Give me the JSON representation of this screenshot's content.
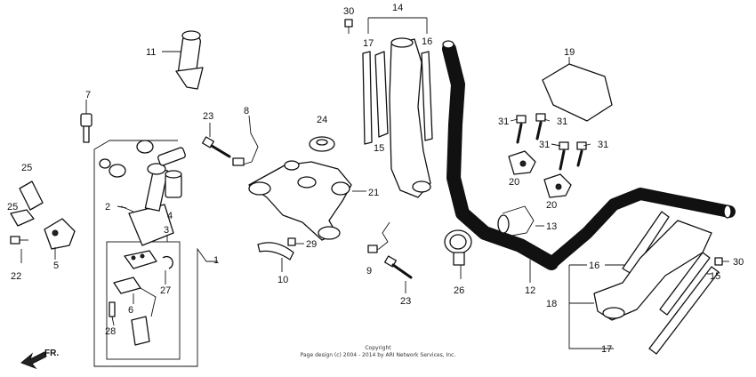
{
  "diagram": {
    "callouts": [
      {
        "id": "1",
        "label": "1"
      },
      {
        "id": "2",
        "label": "2"
      },
      {
        "id": "3",
        "label": "3"
      },
      {
        "id": "4",
        "label": "4"
      },
      {
        "id": "5",
        "label": "5"
      },
      {
        "id": "6",
        "label": "6"
      },
      {
        "id": "7",
        "label": "7"
      },
      {
        "id": "8",
        "label": "8"
      },
      {
        "id": "9",
        "label": "9"
      },
      {
        "id": "10",
        "label": "10"
      },
      {
        "id": "11",
        "label": "11"
      },
      {
        "id": "12",
        "label": "12"
      },
      {
        "id": "13",
        "label": "13"
      },
      {
        "id": "14",
        "label": "14"
      },
      {
        "id": "15a",
        "label": "15"
      },
      {
        "id": "15b",
        "label": "15"
      },
      {
        "id": "16a",
        "label": "16"
      },
      {
        "id": "16b",
        "label": "16"
      },
      {
        "id": "17a",
        "label": "17"
      },
      {
        "id": "17b",
        "label": "17"
      },
      {
        "id": "18",
        "label": "18"
      },
      {
        "id": "19",
        "label": "19"
      },
      {
        "id": "20a",
        "label": "20"
      },
      {
        "id": "20b",
        "label": "20"
      },
      {
        "id": "21",
        "label": "21"
      },
      {
        "id": "22",
        "label": "22"
      },
      {
        "id": "23a",
        "label": "23"
      },
      {
        "id": "23b",
        "label": "23"
      },
      {
        "id": "24",
        "label": "24"
      },
      {
        "id": "25a",
        "label": "25"
      },
      {
        "id": "25b",
        "label": "25"
      },
      {
        "id": "26",
        "label": "26"
      },
      {
        "id": "27",
        "label": "27"
      },
      {
        "id": "28",
        "label": "28"
      },
      {
        "id": "29",
        "label": "29"
      },
      {
        "id": "30a",
        "label": "30"
      },
      {
        "id": "30b",
        "label": "30"
      },
      {
        "id": "31a",
        "label": "31"
      },
      {
        "id": "31b",
        "label": "31"
      },
      {
        "id": "31c",
        "label": "31"
      },
      {
        "id": "31d",
        "label": "31"
      }
    ],
    "direction_label": "FR.",
    "copyright_line1": "Copyright",
    "copyright_line2": "Page design (c) 2004 - 2014 by ARI Network Services, Inc.",
    "ink_color": "#111111",
    "paper_color": "#ffffff"
  }
}
